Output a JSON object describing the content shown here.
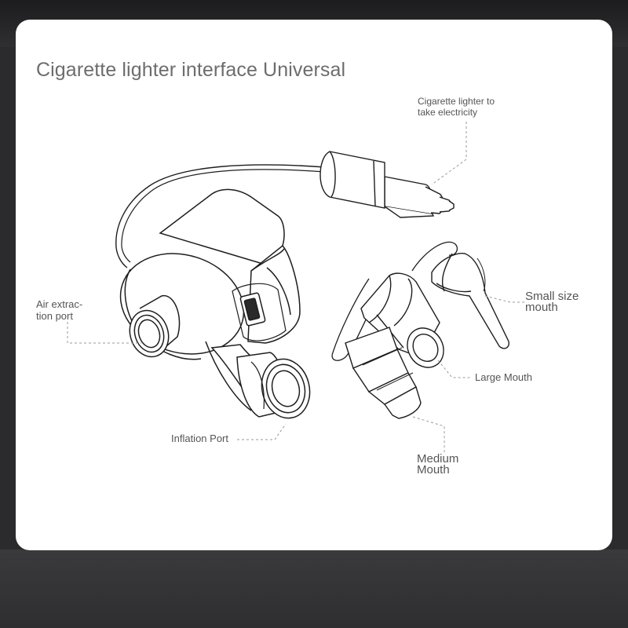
{
  "title": "Cigarette lighter interface Universal",
  "labels": {
    "cigarette_lighter": "Cigarette lighter to\ntake electricity",
    "air_extraction_port": "Air extrac-\ntion port",
    "inflation_port": "Inflation Port",
    "small_mouth": "Small size\nmouth",
    "large_mouth": "Large Mouth",
    "medium_mouth": "Medium\nMouth"
  },
  "colors": {
    "page_background": "#2b2b2d",
    "card_background": "#ffffff",
    "line_art": "#1e1e1e",
    "leader_lines": "#9a9a9a",
    "label_text": "#555555"
  }
}
